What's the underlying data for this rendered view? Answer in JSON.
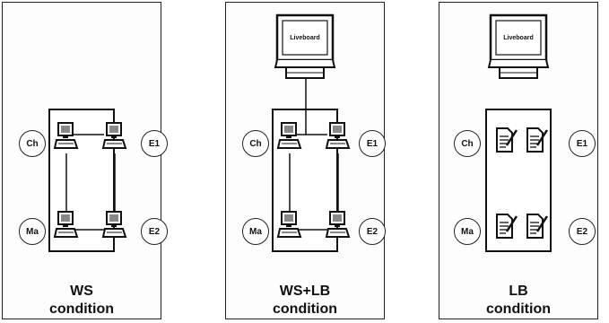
{
  "panels": [
    {
      "participants": [
        "Ch",
        "E1",
        "Ma",
        "E2"
      ],
      "caption": [
        "WS",
        "condition"
      ],
      "board_label": ""
    },
    {
      "participants": [
        "Ch",
        "E1",
        "Ma",
        "E2"
      ],
      "caption": [
        "WS+LB",
        "condition"
      ],
      "board_label": "Liveboard"
    },
    {
      "participants": [
        "Ch",
        "E1",
        "Ma",
        "E2"
      ],
      "caption": [
        "LB",
        "condition"
      ],
      "board_label": "Liveboard"
    }
  ]
}
